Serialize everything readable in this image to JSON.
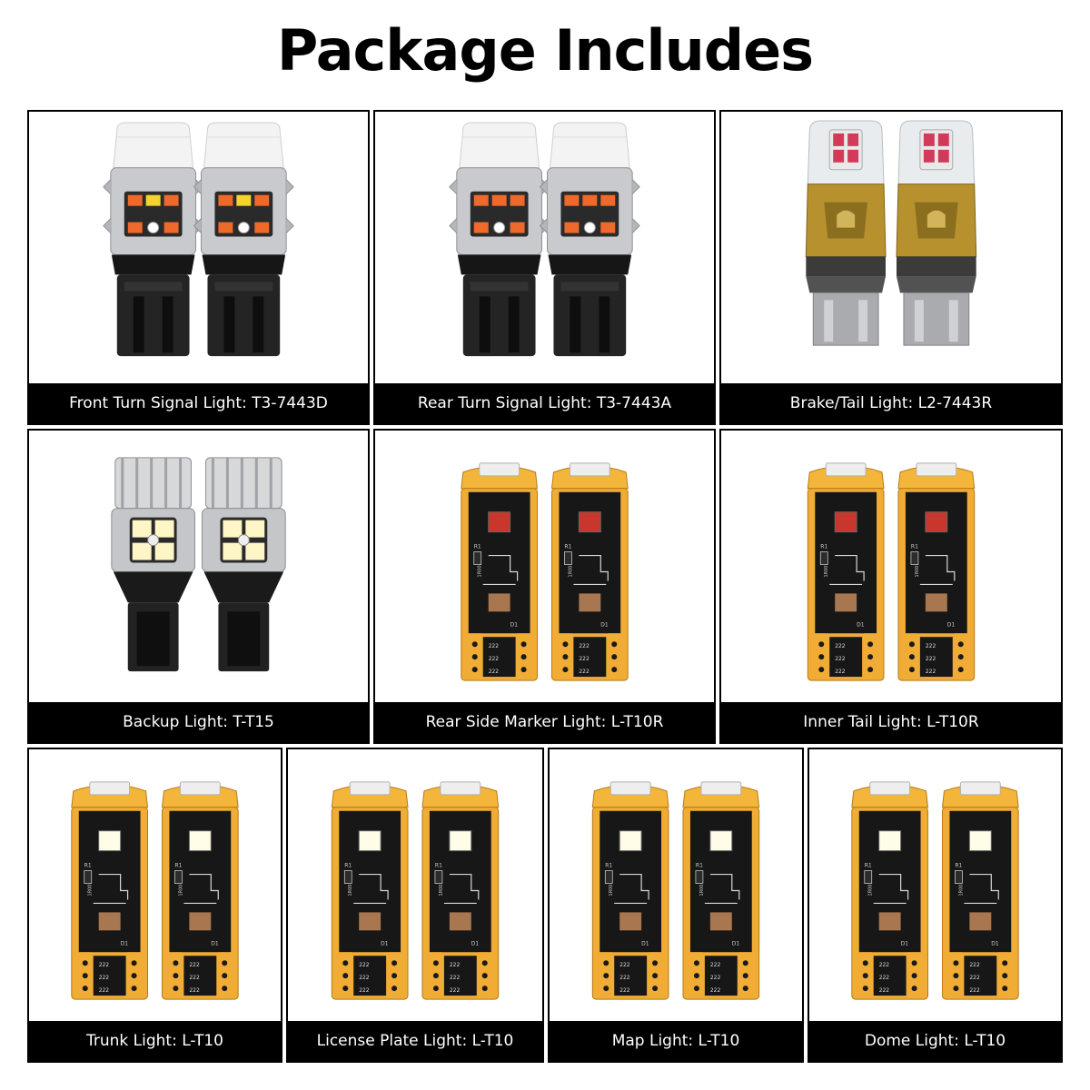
{
  "title": "Package Includes",
  "items": [
    {
      "caption": "Front Turn Signal Light: T3-7443D",
      "bulb_type": "t3-wedge-bulb",
      "led_colors": [
        "#ef6a2a",
        "#f4d42c",
        "#ffffff"
      ]
    },
    {
      "caption": "Rear Turn Signal Light: T3-7443A",
      "bulb_type": "t3-wedge-bulb",
      "led_colors": [
        "#ef6a2a",
        "#ef6a2a",
        "#ffffff"
      ]
    },
    {
      "caption": "Brake/Tail Light: L2-7443R",
      "bulb_type": "l2-gold-bulb",
      "led_colors": [
        "#d23a5a"
      ]
    },
    {
      "caption": "Backup Light: T-T15",
      "bulb_type": "t15-bulb",
      "led_colors": [
        "#fff6c8"
      ]
    },
    {
      "caption": "Rear Side Marker Light: L-T10R",
      "bulb_type": "t10-pcb-bulb",
      "led_colors": [
        "#c9372c"
      ]
    },
    {
      "caption": "Inner Tail Light: L-T10R",
      "bulb_type": "t10-pcb-bulb",
      "led_colors": [
        "#c9372c"
      ]
    },
    {
      "caption": "Trunk Light: L-T10",
      "bulb_type": "t10-pcb-bulb",
      "led_colors": [
        "#fffde8"
      ]
    },
    {
      "caption": "License Plate Light: L-T10",
      "bulb_type": "t10-pcb-bulb",
      "led_colors": [
        "#fffde8"
      ]
    },
    {
      "caption": "Map Light: L-T10",
      "bulb_type": "t10-pcb-bulb",
      "led_colors": [
        "#fffde8"
      ]
    },
    {
      "caption": "Dome Light: L-T10",
      "bulb_type": "t10-pcb-bulb",
      "led_colors": [
        "#fffde8"
      ]
    }
  ],
  "pcb_markings": {
    "resistor": "R1",
    "resistor_value": "1R00",
    "diode": "D1",
    "code": "222"
  }
}
